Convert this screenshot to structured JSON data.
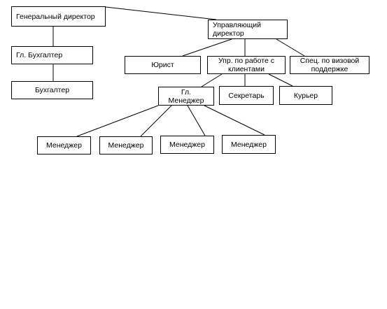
{
  "diagram": {
    "nodes": {
      "general_director": "Генеральный директор",
      "chief_accountant": "Гл. Бухгалтер",
      "accountant": "Бухгалтер",
      "managing_director_line1": "Управляющий",
      "managing_director_line2": "директор",
      "lawyer": "Юрист",
      "client_manager_line1": "Упр. по работе с",
      "client_manager_line2": "клиентами",
      "visa_specialist_line1": "Спец. по визовой",
      "visa_specialist_line2": "поддержке",
      "head_manager": "Гл. Менеджер",
      "secretary": "Секретарь",
      "courier": "Курьер",
      "manager_1": "Менеджер",
      "manager_2": "Менеджер",
      "manager_3": "Менеджер",
      "manager_4": "Менеджер"
    },
    "colors": {
      "line": "#000000",
      "border": "#000000",
      "background": "#ffffff"
    }
  }
}
